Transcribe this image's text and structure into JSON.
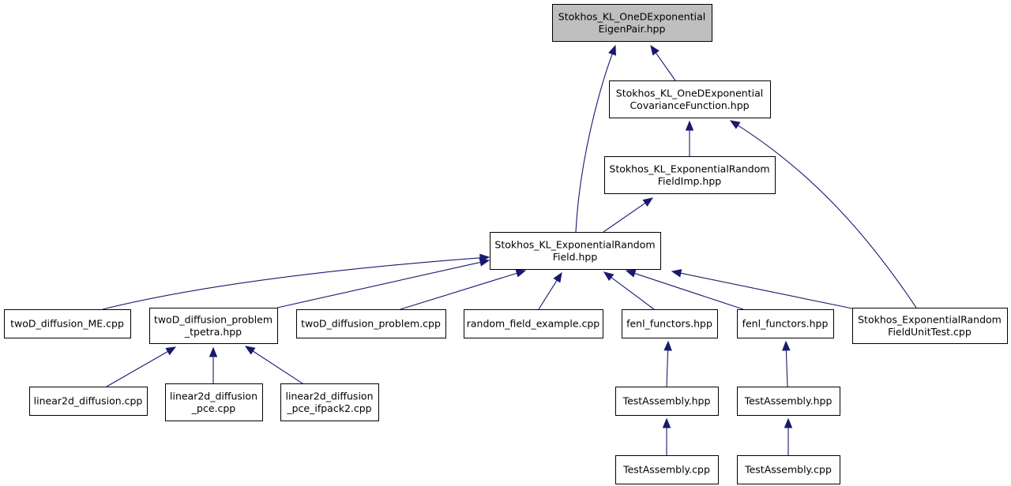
{
  "diagram": {
    "nodes": [
      {
        "id": "root",
        "lines": [
          "Stokhos_KL_OneDExponential",
          "EigenPair.hpp"
        ],
        "highlight": true
      },
      {
        "id": "cov",
        "lines": [
          "Stokhos_KL_OneDExponential",
          "CovarianceFunction.hpp"
        ]
      },
      {
        "id": "rfimp",
        "lines": [
          "Stokhos_KL_ExponentialRandom",
          "FieldImp.hpp"
        ]
      },
      {
        "id": "rf",
        "lines": [
          "Stokhos_KL_ExponentialRandom",
          "Field.hpp"
        ]
      },
      {
        "id": "me",
        "lines": [
          "twoD_diffusion_ME.cpp"
        ]
      },
      {
        "id": "tpetra",
        "lines": [
          "twoD_diffusion_problem",
          "_tpetra.hpp"
        ]
      },
      {
        "id": "prob",
        "lines": [
          "twoD_diffusion_problem.cpp"
        ]
      },
      {
        "id": "rfex",
        "lines": [
          "random_field_example.cpp"
        ]
      },
      {
        "id": "fenl1",
        "lines": [
          "fenl_functors.hpp"
        ]
      },
      {
        "id": "fenl2",
        "lines": [
          "fenl_functors.hpp"
        ]
      },
      {
        "id": "unit",
        "lines": [
          "Stokhos_ExponentialRandom",
          "FieldUnitTest.cpp"
        ]
      },
      {
        "id": "lin",
        "lines": [
          "linear2d_diffusion.cpp"
        ]
      },
      {
        "id": "linpce",
        "lines": [
          "linear2d_diffusion",
          "_pce.cpp"
        ]
      },
      {
        "id": "linifp",
        "lines": [
          "linear2d_diffusion",
          "_pce_ifpack2.cpp"
        ]
      },
      {
        "id": "ta1",
        "lines": [
          "TestAssembly.hpp"
        ]
      },
      {
        "id": "ta2",
        "lines": [
          "TestAssembly.hpp"
        ]
      },
      {
        "id": "tc1",
        "lines": [
          "TestAssembly.cpp"
        ]
      },
      {
        "id": "tc2",
        "lines": [
          "TestAssembly.cpp"
        ]
      }
    ],
    "edges": [
      {
        "from": "cov",
        "to": "root"
      },
      {
        "from": "rf",
        "to": "root"
      },
      {
        "from": "rfimp",
        "to": "cov"
      },
      {
        "from": "unit",
        "to": "cov"
      },
      {
        "from": "rf",
        "to": "rfimp"
      },
      {
        "from": "me",
        "to": "rf"
      },
      {
        "from": "tpetra",
        "to": "rf"
      },
      {
        "from": "prob",
        "to": "rf"
      },
      {
        "from": "rfex",
        "to": "rf"
      },
      {
        "from": "fenl1",
        "to": "rf"
      },
      {
        "from": "fenl2",
        "to": "rf"
      },
      {
        "from": "unit",
        "to": "rf"
      },
      {
        "from": "lin",
        "to": "tpetra"
      },
      {
        "from": "linpce",
        "to": "tpetra"
      },
      {
        "from": "linifp",
        "to": "tpetra"
      },
      {
        "from": "ta1",
        "to": "fenl1"
      },
      {
        "from": "ta2",
        "to": "fenl2"
      },
      {
        "from": "tc1",
        "to": "ta1"
      },
      {
        "from": "tc2",
        "to": "ta2"
      }
    ]
  }
}
